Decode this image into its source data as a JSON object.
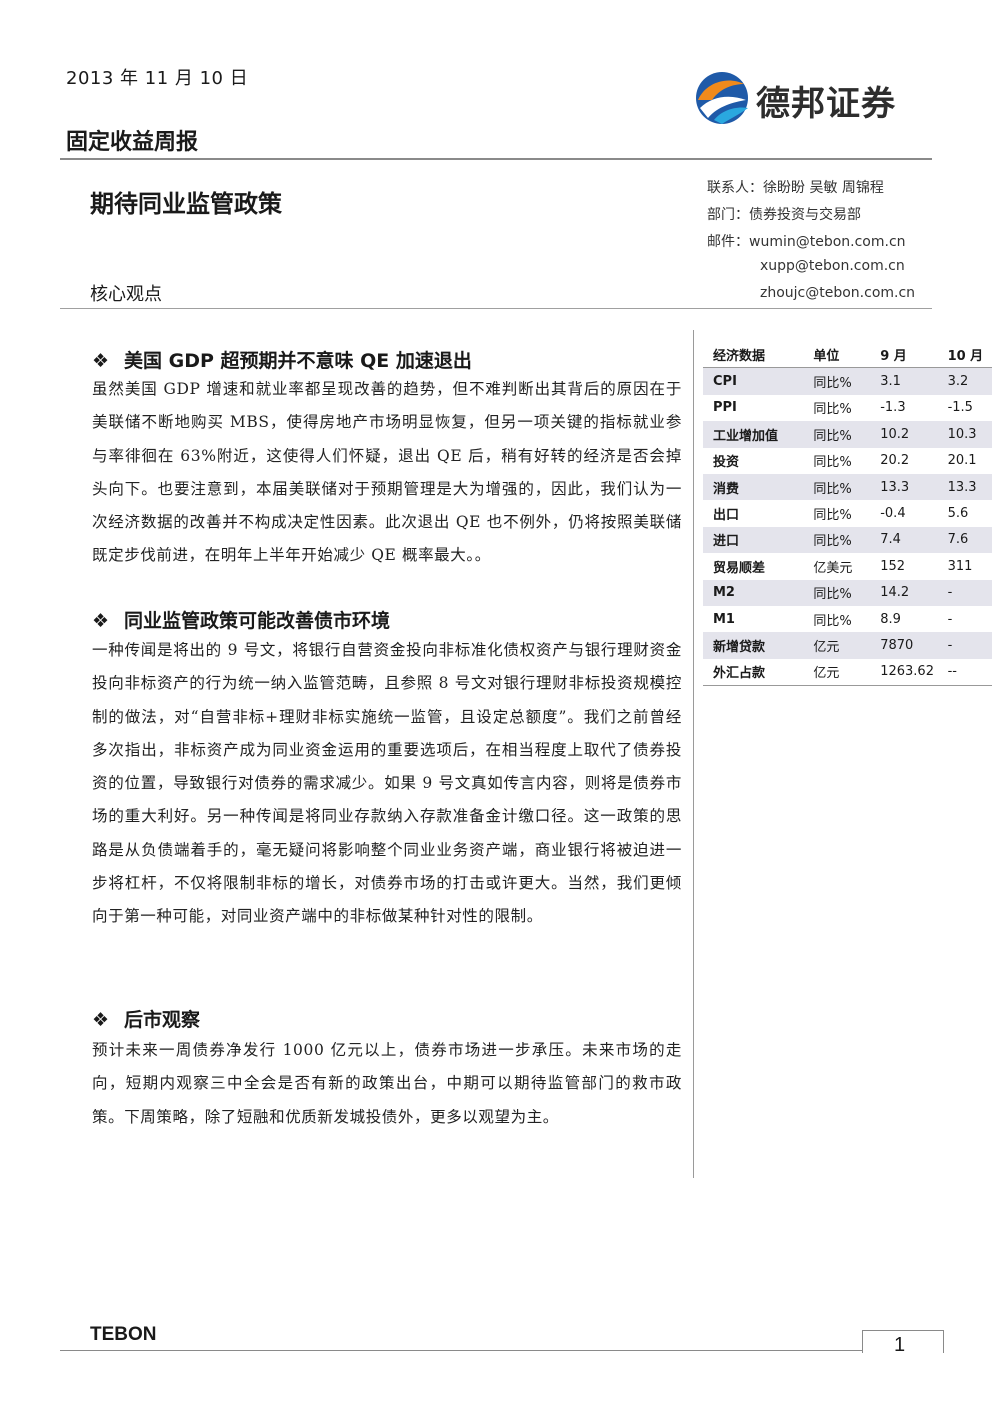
{
  "header": {
    "date": "2013 年 11 月 10 日",
    "logo_text": "德邦证券",
    "report_type": "固定收益周报",
    "title": "期待同业监管政策",
    "core_label": "核心观点"
  },
  "contact": {
    "line1": "联系人：徐盼盼  吴敏  周锦程",
    "line2": "部门：债券投资与交易部",
    "line3": "邮件：wumin@tebon.com.cn",
    "line4": "xupp@tebon.com.cn",
    "line5": "zhoujc@tebon.com.cn"
  },
  "sections": [
    {
      "bullet": "❖",
      "heading": "美国 GDP 超预期并不意味 QE 加速退出",
      "body": "虽然美国 GDP 增速和就业率都呈现改善的趋势，但不难判断出其背后的原因在于美联储不断地购买 MBS，使得房地产市场明显恢复，但另一项关键的指标就业参与率徘徊在 63%附近，这使得人们怀疑，退出 QE 后，稍有好转的经济是否会掉头向下。也要注意到，本届美联储对于预期管理是大为增强的，因此，我们认为一次经济数据的改善并不构成决定性因素。此次退出 QE 也不例外，仍将按照美联储既定步伐前进，在明年上半年开始减少 QE 概率最大。。"
    },
    {
      "bullet": "❖",
      "heading": "同业监管政策可能改善债市环境",
      "body": "一种传闻是将出的 9 号文，将银行自营资金投向非标准化债权资产与银行理财资金投向非标资产的行为统一纳入监管范畴，且参照 8 号文对银行理财非标投资规模控制的做法，对“自营非标+理财非标实施统一监管，且设定总额度”。我们之前曾经多次指出，非标资产成为同业资金运用的重要选项后，在相当程度上取代了债券投资的位置，导致银行对债券的需求减少。如果 9 号文真如传言内容，则将是债券市场的重大利好。另一种传闻是将同业存款纳入存款准备金计缴口径。这一政策的思路是从负债端着手的，毫无疑问将影响整个同业业务资产端，商业银行将被迫进一步将杠杆，不仅将限制非标的增长，对债券市场的打击或许更大。当然，我们更倾向于第一种可能，对同业资产端中的非标做某种针对性的限制。"
    },
    {
      "bullet": "❖",
      "heading": "后市观察",
      "body": "预计未来一周债券净发行 1000 亿元以上，债券市场进一步承压。未来市场的走向，短期内观察三中全会是否有新的政策出台，中期可以期待监管部门的救市政策。下周策略，除了短融和优质新发城投债外，更多以观望为主。"
    }
  ],
  "econ_table": {
    "headers": [
      "经济数据",
      "单位",
      "9 月",
      "10 月"
    ],
    "rows": [
      [
        "CPI",
        "同比%",
        "3.1",
        "3.2"
      ],
      [
        "PPI",
        "同比%",
        "-1.3",
        "-1.5"
      ],
      [
        "工业增加值",
        "同比%",
        "10.2",
        "10.3"
      ],
      [
        "投资",
        "同比%",
        "20.2",
        "20.1"
      ],
      [
        "消费",
        "同比%",
        "13.3",
        "13.3"
      ],
      [
        "出口",
        "同比%",
        "-0.4",
        "5.6"
      ],
      [
        "进口",
        "同比%",
        "7.4",
        "7.6"
      ],
      [
        "贸易顺差",
        "亿美元",
        "152",
        "311"
      ],
      [
        "M2",
        "同比%",
        "14.2",
        "-"
      ],
      [
        "M1",
        "同比%",
        "8.9",
        "-"
      ],
      [
        "新增贷款",
        "亿元",
        "7870",
        "-"
      ],
      [
        "外汇占款",
        "亿元",
        "1263.62",
        "--"
      ]
    ]
  },
  "footer": {
    "brand": "TEBON",
    "page": "1"
  }
}
